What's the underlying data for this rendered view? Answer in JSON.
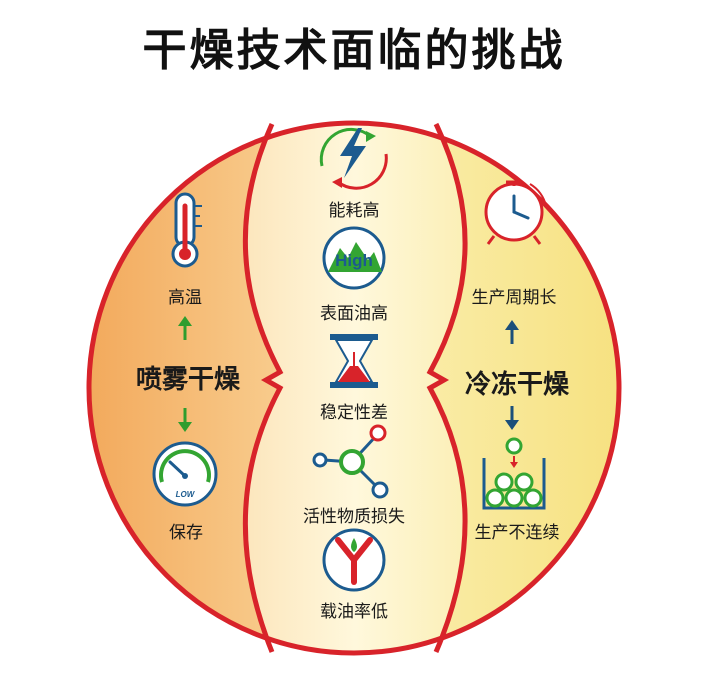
{
  "title": "干燥技术面临的挑战",
  "colors": {
    "outline": "#d8232a",
    "left_fill": "#f4b46a",
    "right_fill": "#f6e58a",
    "center_fill": "#fdf6d8",
    "icon_blue": "#1c5b8f",
    "icon_green": "#33a532",
    "arrow_green": "#2e9d2e",
    "arrow_navy": "#1c4f7a"
  },
  "left": {
    "method": "喷雾干燥",
    "top_label": "高温",
    "bottom_label": "保存",
    "top_icon": "thermometer-icon",
    "bottom_icon": "gauge-low-icon",
    "gauge_text": "LOW"
  },
  "right": {
    "method": "冷冻干燥",
    "top_label": "生产周期长",
    "bottom_label": "生产不连续",
    "top_icon": "alarm-clock-icon",
    "bottom_icon": "beaker-balls-icon"
  },
  "center": {
    "items": [
      {
        "label": "能耗高",
        "icon": "energy-lightning-icon"
      },
      {
        "label": "表面油高",
        "icon": "high-mountain-icon",
        "icon_text": "High"
      },
      {
        "label": "稳定性差",
        "icon": "hourglass-icon"
      },
      {
        "label": "活性物质损失",
        "icon": "molecule-icon"
      },
      {
        "label": "载油率低",
        "icon": "funnel-drop-icon"
      }
    ]
  }
}
